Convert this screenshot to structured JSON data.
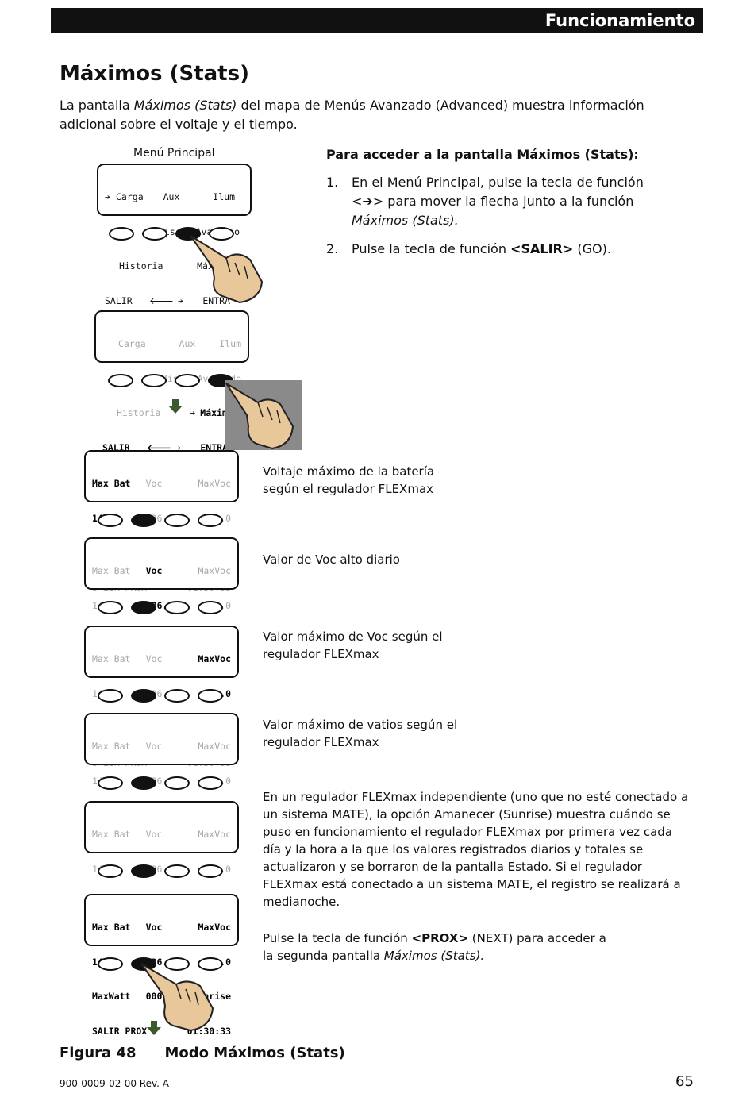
{
  "header": {
    "section_title": "Funcionamiento"
  },
  "page_title": "Máximos (Stats)",
  "intro": {
    "part1": "La pantalla ",
    "italic": "Máximos (Stats)",
    "part2": " del mapa de Menús Avanzado (Advanced) muestra información adicional sobre el voltaje y el tiempo."
  },
  "menu_caption": "Menú Principal",
  "procedure": {
    "heading": "Para acceder a la pantalla Máximos (Stats):",
    "step1_num": "1.",
    "step1_a": "En el Menú Principal, pulse la tecla de función",
    "step1_b": "<",
    "step1_c": "> para mover la flecha junto a la función",
    "step1_italic": "Máximos (Stats).",
    "step2_num": "2.",
    "step2_a": "Pulse la tecla de función ",
    "step2_key": "<SALIR>",
    "step2_b": " (GO)."
  },
  "lcd_menu": {
    "r1": [
      "Carga",
      "Aux",
      "Ilum"
    ],
    "r2": [
      "EQ",
      "Misc",
      "Avanzado"
    ],
    "r3": [
      "Historia",
      "Máximos"
    ],
    "r4": [
      "SALIR",
      "ENTRA"
    ]
  },
  "lcd_stats": {
    "r1": [
      "Max Bat",
      "Voc",
      "MaxVoc"
    ],
    "r2": [
      "14.9",
      "036.6",
      "133.0"
    ],
    "r3": [
      "MaxWatt",
      "0000",
      "Sunrise"
    ],
    "r4": [
      "SALIR PROX",
      "01:30:33"
    ]
  },
  "descriptions": {
    "d1": "Voltaje máximo de la batería según el regulador FLEXmax",
    "d2": "Valor de Voc alto diario",
    "d3": "Valor máximo de Voc según el regulador FLEXmax",
    "d4": "Valor máximo de vatios según el regulador FLEXmax",
    "d5": "En un regulador FLEXmax independiente (uno que no esté conectado a un sistema MATE), la opción Amanecer (Sunrise) muestra cuándo se puso en funcionamiento el regulador FLEXmax por primera vez cada día y la hora a la que los valores registrados diarios y totales se actualizaron y se borraron de la pantalla Estado.  Si el regulador FLEXmax está conectado a un sistema MATE, el registro se realizará a medianoche.",
    "d6_a": "Pulse la tecla de función ",
    "d6_key": "<PROX>",
    "d6_b": " (NEXT) para acceder a la segunda pantalla ",
    "d6_italic": "Máximos (Stats)."
  },
  "figure": {
    "label": "Figura 48",
    "title": "Modo Máximos (Stats)"
  },
  "footer": {
    "doc_number": "900-0009-02-00 Rev. A",
    "page_number": "65"
  },
  "icons": {
    "arrow": "right-arrow-icon",
    "left": "left-arrow-icon",
    "down": "down-arrow-icon",
    "hand": "pointing-hand-icon"
  },
  "colors": {
    "arrow_green": "#3d5a2e",
    "dim_text": "#a8a8a8",
    "hand_skin": "#e8c79a"
  }
}
